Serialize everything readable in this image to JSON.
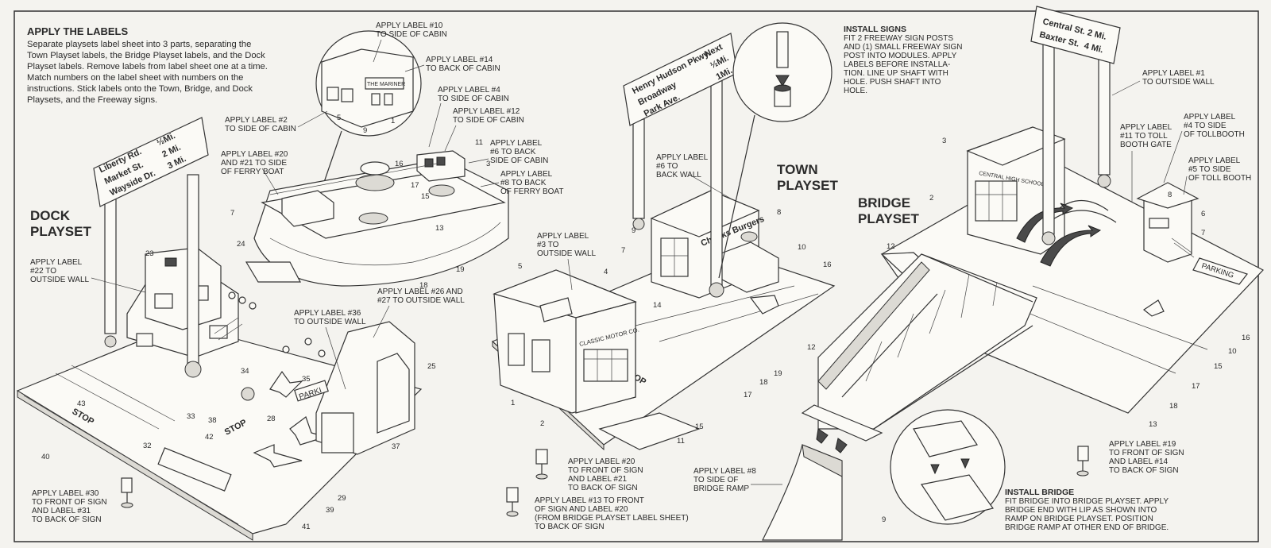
{
  "apply_labels": {
    "title": "APPLY THE LABELS",
    "lines": [
      "Separate playsets label sheet into 3 parts, separating the",
      "Town Playset labels, the Bridge Playset labels, and the Dock",
      "Playset labels. Remove labels from label sheet one at a time.",
      "Match numbers on the label sheet with numbers on the",
      "instructions. Stick labels onto the Town, Bridge, and Dock",
      "Playsets, and the Freeway signs."
    ]
  },
  "install_signs": {
    "title": "INSTALL SIGNS",
    "lines": [
      "FIT 2 FREEWAY SIGN POSTS",
      "AND (1) SMALL FREEWAY SIGN",
      "POST INTO MODULES. APPLY",
      "LABELS BEFORE INSTALLA-",
      "TION. LINE UP SHAFT WITH",
      "HOLE. PUSH SHAFT INTO",
      "HOLE."
    ]
  },
  "install_bridge": {
    "title": "INSTALL BRIDGE",
    "lines": [
      "FIT BRIDGE INTO BRIDGE PLAYSET. APPLY",
      "BRIDGE END WITH LIP AS SHOWN INTO",
      "RAMP ON BRIDGE PLAYSET. POSITION",
      "BRIDGE RAMP AT OTHER END OF BRIDGE."
    ]
  },
  "section_titles": {
    "dock": [
      "DOCK",
      "PLAYSET"
    ],
    "town": [
      "TOWN",
      "PLAYSET"
    ],
    "bridge": [
      "BRIDGE",
      "PLAYSET"
    ]
  },
  "callouts": {
    "l10": [
      "APPLY LABEL #10",
      "TO SIDE OF CABIN"
    ],
    "l14": [
      "APPLY LABEL #14",
      "TO BACK OF CABIN"
    ],
    "l4": [
      "APPLY LABEL #4",
      "TO SIDE OF CABIN"
    ],
    "l12": [
      "APPLY LABEL #12",
      "TO SIDE OF CABIN"
    ],
    "l2": [
      "APPLY LABEL #2",
      "TO SIDE OF CABIN"
    ],
    "l20_21": [
      "APPLY LABEL #20",
      "AND #21 TO SIDE",
      "OF FERRY BOAT"
    ],
    "l6_cabin": [
      "APPLY LABEL",
      "#6 TO BACK",
      "SIDE OF CABIN"
    ],
    "l8_ferry": [
      "APPLY LABEL",
      "#8 TO BACK",
      "OF FERRY BOAT"
    ],
    "l22": [
      "APPLY LABEL",
      "#22 TO",
      "OUTSIDE WALL"
    ],
    "l26_27": [
      "APPLY LABEL #26 AND",
      "#27 TO OUTSIDE WALL"
    ],
    "l36": [
      "APPLY LABEL #36",
      "TO OUTSIDE WALL"
    ],
    "l30_31": [
      "APPLY LABEL #30",
      "TO FRONT OF SIGN",
      "AND LABEL #31",
      "TO BACK OF SIGN"
    ],
    "l3_town": [
      "APPLY LABEL",
      "#3 TO",
      "OUTSIDE WALL"
    ],
    "l6_town": [
      "APPLY LABEL",
      "#6 TO",
      "BACK WALL"
    ],
    "l20_sign": [
      "APPLY LABEL #20",
      "TO FRONT OF SIGN",
      "AND LABEL #21",
      "TO BACK OF SIGN"
    ],
    "l13_sign": [
      "APPLY LABEL #13 TO FRONT",
      "OF SIGN AND LABEL #20",
      "(FROM BRIDGE PLAYSET LABEL SHEET)",
      "TO BACK OF SIGN"
    ],
    "l8_ramp": [
      "APPLY LABEL #8",
      "TO SIDE OF",
      "BRIDGE RAMP"
    ],
    "l1_bridge": [
      "APPLY LABEL #1",
      "TO OUTSIDE WALL"
    ],
    "l11_gate": [
      "APPLY LABEL",
      "#11 TO TOLL",
      "BOOTH GATE"
    ],
    "l4_toll": [
      "APPLY LABEL",
      "#4 TO SIDE",
      "OF TOLLBOOTH"
    ],
    "l5_toll": [
      "APPLY LABEL",
      "#5 TO SIDE",
      "OF TOLL BOOTH"
    ],
    "l19_sign": [
      "APPLY LABEL #19",
      "TO FRONT OF SIGN",
      "AND LABEL #14",
      "TO BACK OF SIGN"
    ]
  },
  "signs": {
    "dock_left": [
      "Liberty Rd.",
      "Market St.",
      "Wayside Dr."
    ],
    "dock_right": [
      "½Mi.",
      "2 Mi.",
      "3 Mi."
    ],
    "town_left": [
      "Henry Hudson Pkwy.",
      "Broadway",
      "Park Ave."
    ],
    "town_right": [
      "Next",
      "½Mi.",
      "1Mi."
    ],
    "bridge_left": [
      "Central St.",
      "Baxter St."
    ],
    "bridge_right": [
      "2 Mi.",
      "4 Mi."
    ]
  },
  "model_text": {
    "mariner": "THE MARINER",
    "classic_motor": "CLASSIC MOTOR CO.",
    "chucks_burgers": "Chucks Burgers",
    "central_high": "CENTRAL HIGH SCHOOL",
    "parking_bridge": "PARKING",
    "parking_dock": "PARKI",
    "stop": "STOP"
  },
  "numbers": {
    "n1": "1",
    "n2": "2",
    "n3": "3",
    "n4": "4",
    "n5": "5",
    "n6": "6",
    "n7": "7",
    "n8": "8",
    "n9": "9",
    "n10": "10",
    "n11": "11",
    "n12": "12",
    "n13": "13",
    "n14": "14",
    "n15": "15",
    "n16": "16",
    "n17": "17",
    "n18": "18",
    "n19": "19",
    "n23": "23",
    "n24": "24",
    "n25": "25",
    "n28": "28",
    "n29": "29",
    "n32": "32",
    "n33": "33",
    "n34": "34",
    "n35": "35",
    "n37": "37",
    "n38": "38",
    "n39": "39",
    "n40": "40",
    "n41": "41",
    "n42": "42",
    "n43": "43"
  }
}
